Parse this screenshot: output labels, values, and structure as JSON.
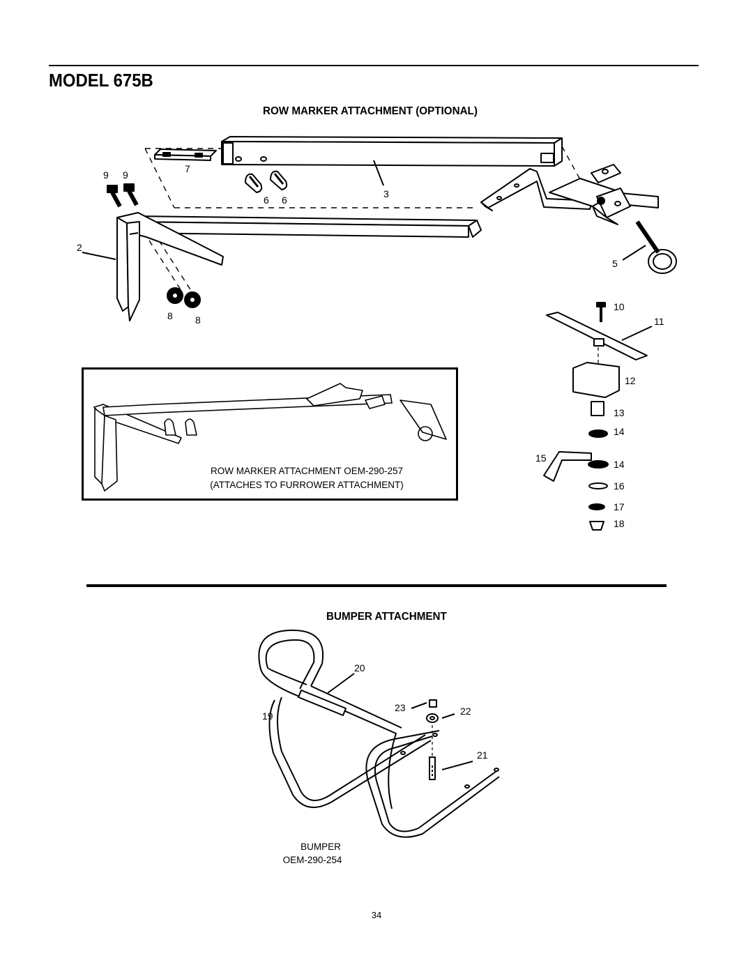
{
  "header": {
    "model_title": "MODEL 675B"
  },
  "row_marker_section": {
    "title": "ROW MARKER ATTACHMENT (OPTIONAL)",
    "callouts": {
      "c2": "2",
      "c3": "3",
      "c5": "5",
      "c6a": "6",
      "c6b": "6",
      "c7": "7",
      "c8a": "8",
      "c8b": "8",
      "c9a": "9",
      "c9b": "9",
      "c10": "10",
      "c11": "11",
      "c12": "12",
      "c13": "13",
      "c14a": "14",
      "c15": "15",
      "c14b": "14",
      "c16": "16",
      "c17": "17",
      "c18": "18"
    },
    "inset_caption_line1": "ROW MARKER ATTACHMENT OEM-290-257",
    "inset_caption_line2": "(ATTACHES TO FURROWER ATTACHMENT)"
  },
  "bumper_section": {
    "title": "BUMPER ATTACHMENT",
    "callouts": {
      "c19": "19",
      "c20": "20",
      "c21": "21",
      "c22": "22",
      "c23": "23"
    },
    "caption_line1": "BUMPER",
    "caption_line2": "OEM-290-254"
  },
  "footer": {
    "page_number": "34"
  }
}
